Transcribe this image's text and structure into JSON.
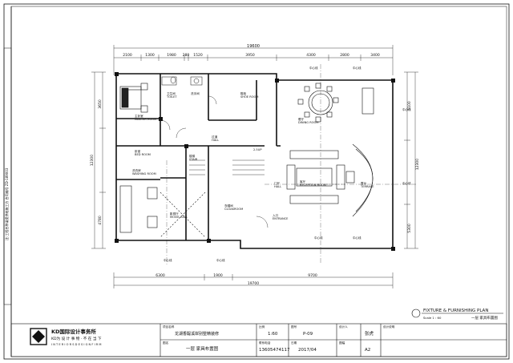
{
  "dimensions": {
    "top_total": "19600",
    "top_segments": [
      "2100",
      "1300",
      "1980",
      "280",
      "1520",
      "3950",
      "4300",
      "2800",
      "3400"
    ],
    "bottom_segments": [
      "6300",
      "1900",
      "9700"
    ],
    "bottom_total": "19700",
    "left_segments": [
      "3650",
      "12300",
      "4780"
    ],
    "right_segments": [
      "5100",
      "12300",
      "5300"
    ]
  },
  "rooms": {
    "master_bed": "主卧室\nMASTER ROOM",
    "toilet": "卫生间\nTOILET",
    "washroom": "洗手间",
    "dining": "餐厅\nDINING ROOM",
    "shoe": "鞋柜\nSHOE ROOM",
    "hall": "过道\nHALL",
    "stair": "楼梯\nSTAIR",
    "bed2": "卧室\nBED ROOM",
    "washing": "洗衣房\nWASHING ROOM",
    "movie": "影视厅\nMOVIE HALL",
    "cloak": "衣帽间\nCLOAKROOM",
    "living": "客厅\nRECEPTION ROOM",
    "hall2": "门厅\nHALL",
    "entrance": "入口\nENTRANCE",
    "terrace": "露台\nTERRACE",
    "stair2": "2.5UP"
  },
  "center_marks": [
    "中心线",
    "中心线",
    "中心线",
    "中心线",
    "中心线",
    "中心线",
    "中心线",
    "中心线"
  ],
  "plan_title": {
    "en": "FIXTURE & FURNISHING PLAN",
    "scale": "Scale 1 : 60",
    "cn": "一层 家具布置图"
  },
  "title_block": {
    "logo_cn": "KD国际设计事务所",
    "logo_sub": "KD为 设 计 事 物 · 不 在 当 下",
    "logo_en": "I N T E R I O R S D E S I G N F I R M",
    "project_label": "项目名称",
    "project": "龙湖香醍溪岸别墅精装修",
    "drawing_label": "图名",
    "drawing": "一层 家具布置图",
    "scale_label": "比例",
    "scale": "1:60",
    "sheet_label": "图号",
    "sheet": "P-09",
    "designer_label": "设计人",
    "designer": "张虎",
    "phone_label": "联系电话",
    "phone": "13605474117",
    "date_label": "日期",
    "date": "2017/04",
    "size_label": "图幅",
    "size": "A2",
    "notes_label": "设计说明"
  },
  "side_strip": "注:工程名称请提供给施工方 合同编号 ZD-189003"
}
